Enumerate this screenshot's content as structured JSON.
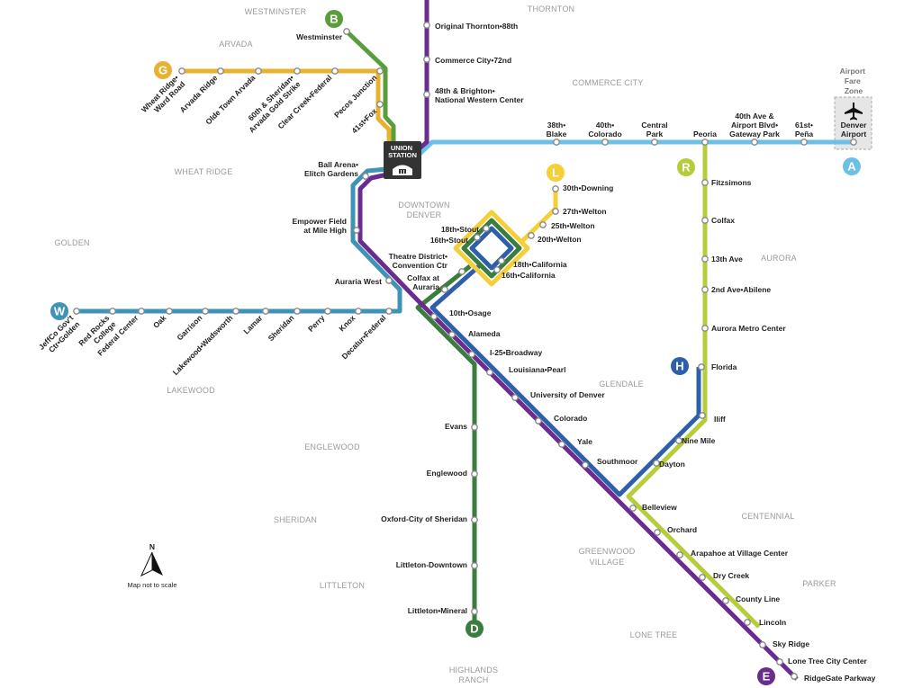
{
  "regions": [
    "WESTMINSTER",
    "THORNTON",
    "ARVADA",
    "COMMERCE CITY",
    "WHEAT RIDGE",
    "DOWNTOWN",
    "DENVER",
    "GOLDEN",
    "AURORA",
    "GLENDALE",
    "LAKEWOOD",
    "ENGLEWOOD",
    "CENTENNIAL",
    "SHERIDAN",
    "GREENWOOD",
    "VILLAGE",
    "PARKER",
    "LITTLETON",
    "LONE TREE",
    "HIGHLANDS",
    "RANCH"
  ],
  "lines": [
    {
      "letter": "B",
      "color": "#5a9e3c"
    },
    {
      "letter": "G",
      "color": "#e8b230"
    },
    {
      "letter": "W",
      "color": "#3f93b6"
    },
    {
      "letter": "L",
      "color": "#f5cf3a"
    },
    {
      "letter": "R",
      "color": "#b7cc3b"
    },
    {
      "letter": "A",
      "color": "#6cc0e8"
    },
    {
      "letter": "H",
      "color": "#2e5fab"
    },
    {
      "letter": "D",
      "color": "#3a7d3e"
    },
    {
      "letter": "E",
      "color": "#6a2c8e"
    }
  ],
  "stations": [
    {
      "label": [
        "Wheat Ridge•",
        "Ward Road"
      ]
    },
    {
      "label": [
        "Arvada Ridge"
      ]
    },
    {
      "label": [
        "Olde Town Arvada"
      ]
    },
    {
      "label": [
        "60th & Sheridan•",
        "Arvada Gold Strike"
      ]
    },
    {
      "label": [
        "Clear Creek•Federal"
      ]
    },
    {
      "label": [
        "Pecos Junction"
      ]
    },
    {
      "label": [
        "41st•Fox"
      ]
    },
    {
      "label": [
        "Westminster"
      ]
    },
    {
      "label": [
        "Original Thornton•88th"
      ]
    },
    {
      "label": [
        "Commerce City•72nd"
      ]
    },
    {
      "label": [
        "48th & Brighton•",
        "National Western Center"
      ]
    },
    {
      "label": [
        "Ball Arena•",
        "Elitch Gardens"
      ]
    },
    {
      "label": [
        "Empower Field",
        "at Mile High"
      ]
    },
    {
      "label": [
        "Auraria West"
      ]
    },
    {
      "label": [
        "JeffCo Gov't",
        "Ctr•Golden"
      ]
    },
    {
      "label": [
        "Red Rocks",
        "College"
      ]
    },
    {
      "label": [
        "Federal Center"
      ]
    },
    {
      "label": [
        "Oak"
      ]
    },
    {
      "label": [
        "Garrison"
      ]
    },
    {
      "label": [
        "Lakewood•Wadsworth"
      ]
    },
    {
      "label": [
        "Lamar"
      ]
    },
    {
      "label": [
        "Sheridan"
      ]
    },
    {
      "label": [
        "Perry"
      ]
    },
    {
      "label": [
        "Knox"
      ]
    },
    {
      "label": [
        "Decatur•Federal"
      ]
    },
    {
      "label": [
        "38th•",
        "Blake"
      ]
    },
    {
      "label": [
        "40th•",
        "Colorado"
      ]
    },
    {
      "label": [
        "Central",
        "Park"
      ]
    },
    {
      "label": [
        "Peoria"
      ]
    },
    {
      "label": [
        "40th Ave &",
        "Airport Blvd•",
        "Gateway Park"
      ]
    },
    {
      "label": [
        "61st•",
        "Peña"
      ]
    },
    {
      "label": [
        "Denver",
        "Airport"
      ]
    },
    {
      "label": [
        "Fitzsimons"
      ]
    },
    {
      "label": [
        "Colfax"
      ]
    },
    {
      "label": [
        "13th Ave"
      ]
    },
    {
      "label": [
        "2nd Ave•Abilene"
      ]
    },
    {
      "label": [
        "Aurora Metro Center"
      ]
    },
    {
      "label": [
        "Florida"
      ]
    },
    {
      "label": [
        "Iliff"
      ]
    },
    {
      "label": [
        "Nine Mile"
      ]
    },
    {
      "label": [
        "Dayton"
      ]
    },
    {
      "label": [
        "Southmoor"
      ]
    },
    {
      "label": [
        "Yale"
      ]
    },
    {
      "label": [
        "Colorado"
      ]
    },
    {
      "label": [
        "University of Denver"
      ]
    },
    {
      "label": [
        "Louisiana•Pearl"
      ]
    },
    {
      "label": [
        "I-25•Broadway"
      ]
    },
    {
      "label": [
        "Alameda"
      ]
    },
    {
      "label": [
        "10th•Osage"
      ]
    },
    {
      "label": [
        "Colfax at",
        "Auraria"
      ]
    },
    {
      "label": [
        "Theatre District•",
        "Convention Ctr"
      ]
    },
    {
      "label": [
        "18th•Stout"
      ]
    },
    {
      "label": [
        "16th•Stout"
      ]
    },
    {
      "label": [
        "18th•California"
      ]
    },
    {
      "label": [
        "16th•California"
      ]
    },
    {
      "label": [
        "20th•Welton"
      ]
    },
    {
      "label": [
        "25th•Welton"
      ]
    },
    {
      "label": [
        "27th•Welton"
      ]
    },
    {
      "label": [
        "30th•Downing"
      ]
    },
    {
      "label": [
        "Belleview"
      ]
    },
    {
      "label": [
        "Orchard"
      ]
    },
    {
      "label": [
        "Arapahoe at Village Center"
      ]
    },
    {
      "label": [
        "Dry Creek"
      ]
    },
    {
      "label": [
        "County Line"
      ]
    },
    {
      "label": [
        "Lincoln"
      ]
    },
    {
      "label": [
        "Sky Ridge"
      ]
    },
    {
      "label": [
        "Lone Tree City Center"
      ]
    },
    {
      "label": [
        "RidgeGate Parkway"
      ]
    },
    {
      "label": [
        "Evans"
      ]
    },
    {
      "label": [
        "Englewood"
      ]
    },
    {
      "label": [
        "Oxford-City of Sheridan"
      ]
    },
    {
      "label": [
        "Littleton-Downtown"
      ]
    },
    {
      "label": [
        "Littleton•Mineral"
      ]
    }
  ],
  "union_station": [
    "UNION",
    "STATION"
  ],
  "airport_fare_zone": [
    "Airport",
    "Fare",
    "Zone"
  ],
  "compass": "N",
  "note": "Map not to scale"
}
